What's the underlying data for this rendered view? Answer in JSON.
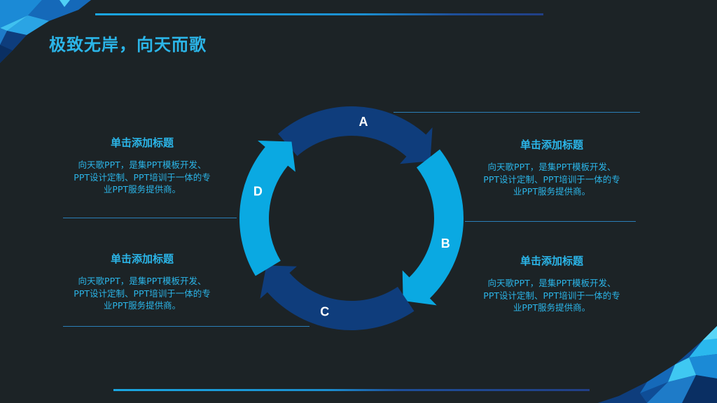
{
  "slide": {
    "title": "极致无岸，向天而歌",
    "cycle_labels": [
      "A",
      "B",
      "C",
      "D"
    ],
    "text_blocks": [
      {
        "heading": "单击添加标题",
        "lines": [
          "向天歌PPT，是集PPT模板开发、",
          "PPT设计定制、PPT培训于一体的专",
          "业PPT服务提供商。"
        ]
      },
      {
        "heading": "单击添加标题",
        "lines": [
          "向天歌PPT，是集PPT模板开发、",
          "PPT设计定制、PPT培训于一体的专",
          "业PPT服务提供商。"
        ]
      },
      {
        "heading": "单击添加标题",
        "lines": [
          "向天歌PPT，是集PPT模板开发、",
          "PPT设计定制、PPT培训于一体的专",
          "业PPT服务提供商。"
        ]
      },
      {
        "heading": "单击添加标题",
        "lines": [
          "向天歌PPT，是集PPT模板开发、",
          "PPT设计定制、PPT培训于一体的专",
          "业PPT服务提供商。"
        ]
      }
    ]
  },
  "colors": {
    "background": "#1c2326",
    "accent": "#2bb5e8",
    "segment_dark": "#0f3d7c",
    "segment_light": "#0aa9e2"
  }
}
